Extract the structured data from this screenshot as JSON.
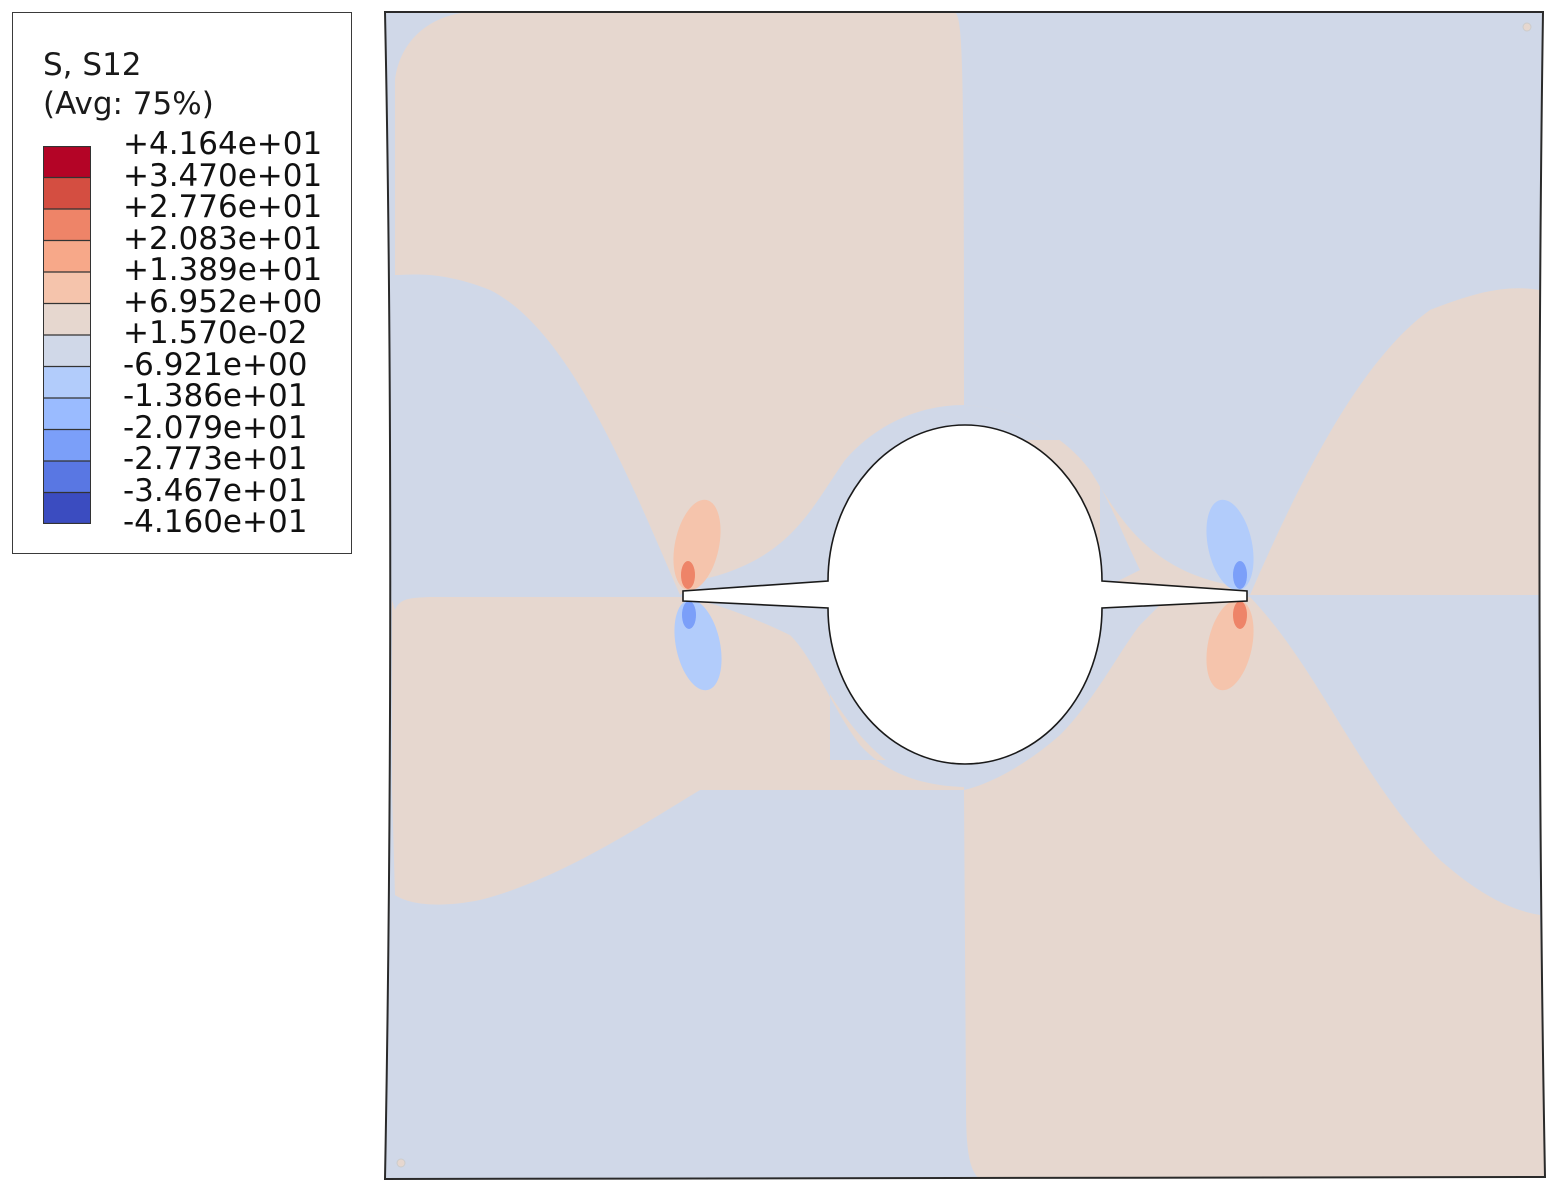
{
  "legend": {
    "title_line1": "S, S12",
    "title_line2": "(Avg: 75%)",
    "values": [
      "+4.164e+01",
      "+3.470e+01",
      "+2.776e+01",
      "+2.083e+01",
      "+1.389e+01",
      "+6.952e+00",
      "+1.570e-02",
      "-6.921e+00",
      "-1.386e+01",
      "-2.079e+01",
      "-2.773e+01",
      "-3.467e+01",
      "-4.160e+01"
    ],
    "band_colors": [
      "#b40426",
      "#d44e41",
      "#ee8468",
      "#f7a889",
      "#f5c4ac",
      "#e6d7cf",
      "#d0d8e8",
      "#b2ccfb",
      "#9abbff",
      "#7b9ff9",
      "#5977e3",
      "#3b4cc0"
    ]
  },
  "field_colors": {
    "positive_low": "#e6d7cf",
    "negative_low": "#d0d8e8",
    "positive_mid": "#f5c4ac",
    "positive_high": "#ee8468",
    "negative_mid": "#b2ccfb",
    "negative_high": "#7b9ff9",
    "outline": "#2a2a2a"
  }
}
